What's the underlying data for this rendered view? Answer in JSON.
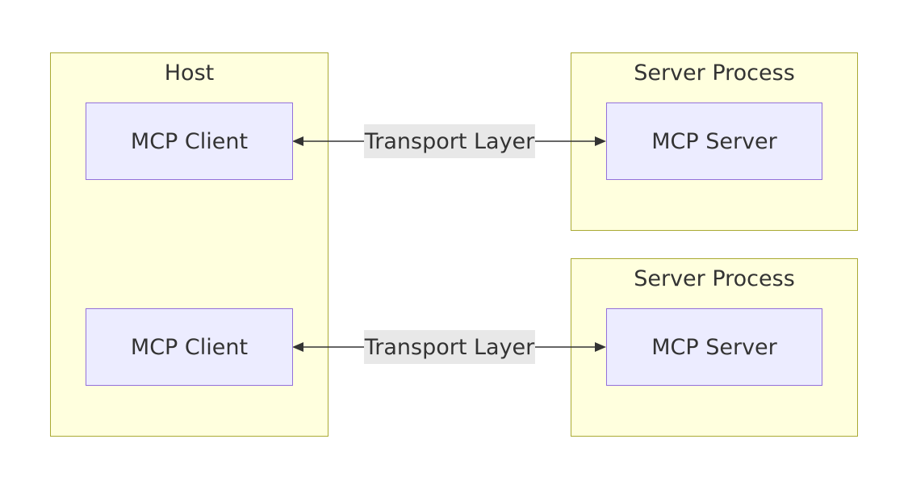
{
  "host": {
    "title": "Host",
    "clients": [
      {
        "label": "MCP Client"
      },
      {
        "label": "MCP Client"
      }
    ]
  },
  "server_processes": [
    {
      "title": "Server Process",
      "server": {
        "label": "MCP Server"
      }
    },
    {
      "title": "Server Process",
      "server": {
        "label": "MCP Server"
      }
    }
  ],
  "connections": [
    {
      "label": "Transport Layer",
      "from": "MCP Client",
      "to": "MCP Server",
      "bidirectional": true
    },
    {
      "label": "Transport Layer",
      "from": "MCP Client",
      "to": "MCP Server",
      "bidirectional": true
    }
  ],
  "colors": {
    "group_fill": "#ffffde",
    "group_border": "#aaaa33",
    "node_fill": "#ececff",
    "node_border": "#9370db",
    "edge_label_bg": "#e8e8e8",
    "edge_line": "#333333"
  }
}
